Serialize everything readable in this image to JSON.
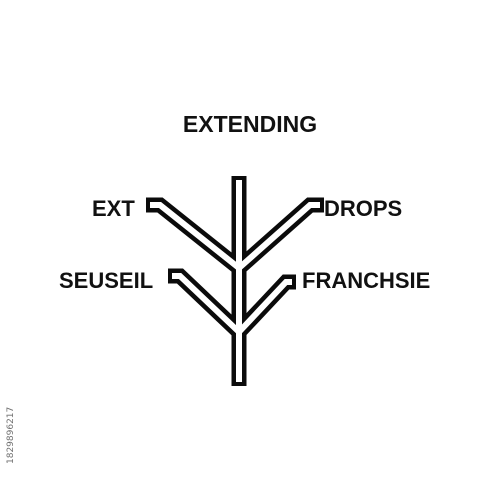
{
  "diagram": {
    "title": "EXTENDING",
    "branches": [
      {
        "label": "EXT",
        "side": "left",
        "level": "upper"
      },
      {
        "label": "DROPS",
        "side": "right",
        "level": "upper"
      },
      {
        "label": "SEUSEIL",
        "side": "left",
        "level": "lower"
      },
      {
        "label": "FRANCHSIE",
        "side": "right",
        "level": "lower"
      }
    ]
  },
  "watermark": {
    "id_text": "1829896217"
  },
  "colors": {
    "stroke": "#0b0b0b",
    "background": "#ffffff"
  }
}
